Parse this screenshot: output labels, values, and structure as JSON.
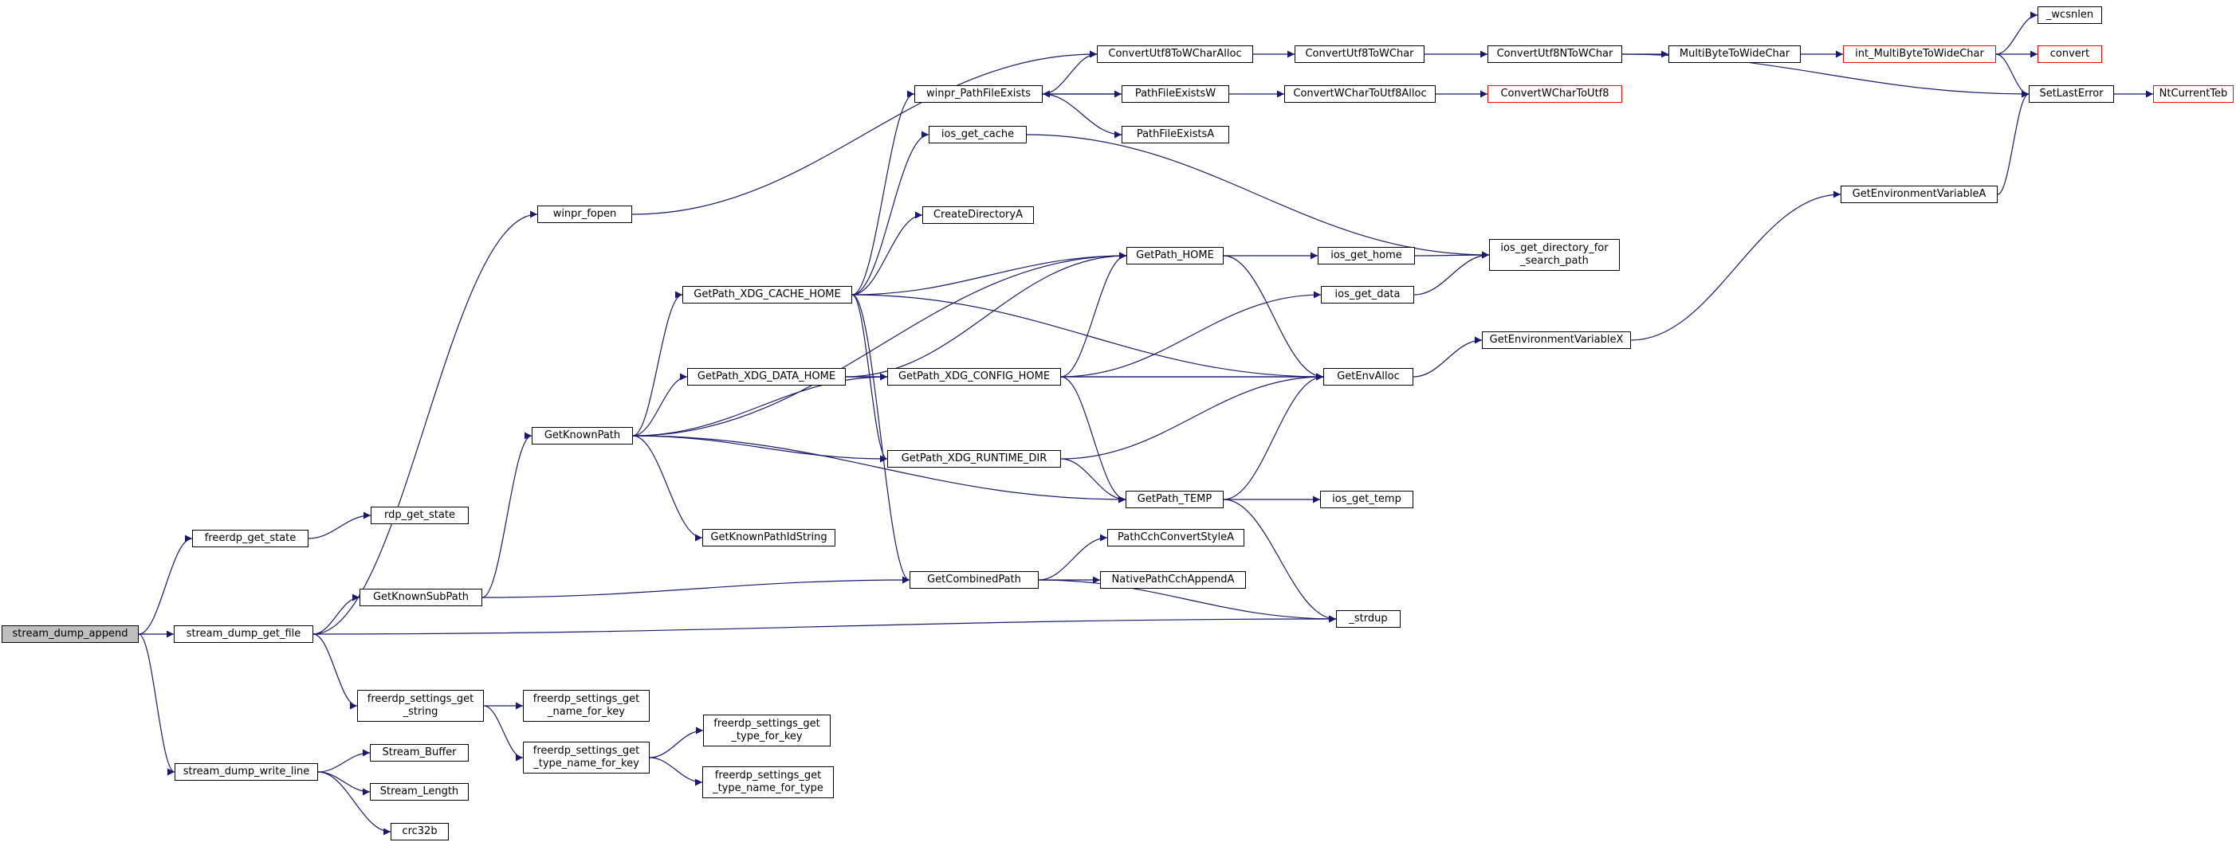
{
  "nodes": {
    "stream_dump_append": {
      "label": "stream_dump_append",
      "root": true
    },
    "freerdp_get_state": {
      "label": "freerdp_get_state"
    },
    "rdp_get_state": {
      "label": "rdp_get_state"
    },
    "stream_dump_get_file": {
      "label": "stream_dump_get_file"
    },
    "winpr_fopen": {
      "label": "winpr_fopen"
    },
    "GetKnownSubPath": {
      "label": "GetKnownSubPath"
    },
    "GetKnownPath": {
      "label": "GetKnownPath"
    },
    "GetPath_XDG_CACHE_HOME": {
      "label": "GetPath_XDG_CACHE_HOME"
    },
    "GetPath_XDG_DATA_HOME": {
      "label": "GetPath_XDG_DATA_HOME"
    },
    "GetPath_XDG_CONFIG_HOME": {
      "label": "GetPath_XDG_CONFIG_HOME"
    },
    "GetPath_XDG_RUNTIME_DIR": {
      "label": "GetPath_XDG_RUNTIME_DIR"
    },
    "GetKnownPathIdString": {
      "label": "GetKnownPathIdString"
    },
    "GetCombinedPath": {
      "label": "GetCombinedPath"
    },
    "winpr_PathFileExists": {
      "label": "winpr_PathFileExists"
    },
    "ios_get_cache": {
      "label": "ios_get_cache"
    },
    "CreateDirectoryA": {
      "label": "CreateDirectoryA"
    },
    "ConvertUtf8ToWCharAlloc": {
      "label": "ConvertUtf8ToWCharAlloc"
    },
    "PathFileExistsW": {
      "label": "PathFileExistsW"
    },
    "PathFileExistsA": {
      "label": "PathFileExistsA"
    },
    "ConvertUtf8ToWChar": {
      "label": "ConvertUtf8ToWChar"
    },
    "ConvertWCharToUtf8Alloc": {
      "label": "ConvertWCharToUtf8Alloc"
    },
    "ConvertUtf8NToWChar": {
      "label": "ConvertUtf8NToWChar"
    },
    "ConvertWCharToUtf8": {
      "label": "ConvertWCharToUtf8",
      "red": true
    },
    "MultiByteToWideChar": {
      "label": "MultiByteToWideChar"
    },
    "int_MultiByteToWideChar": {
      "label": "int_MultiByteToWideChar",
      "red": true
    },
    "_wcsnlen": {
      "label": "_wcsnlen"
    },
    "convert": {
      "label": "convert",
      "red": true
    },
    "SetLastError": {
      "label": "SetLastError"
    },
    "NtCurrentTeb": {
      "label": "NtCurrentTeb",
      "red": true
    },
    "GetEnvironmentVariableA": {
      "label": "GetEnvironmentVariableA"
    },
    "GetPath_HOME": {
      "label": "GetPath_HOME"
    },
    "ios_get_home": {
      "label": "ios_get_home"
    },
    "ios_get_data": {
      "label": "ios_get_data"
    },
    "ios_get_directory_for_search_path": {
      "label": "ios_get_directory_for\n_search_path"
    },
    "GetEnvAlloc": {
      "label": "GetEnvAlloc"
    },
    "GetEnvironmentVariableX": {
      "label": "GetEnvironmentVariableX"
    },
    "GetPath_TEMP": {
      "label": "GetPath_TEMP"
    },
    "ios_get_temp": {
      "label": "ios_get_temp"
    },
    "PathCchConvertStyleA": {
      "label": "PathCchConvertStyleA"
    },
    "NativePathCchAppendA": {
      "label": "NativePathCchAppendA"
    },
    "_strdup": {
      "label": "_strdup"
    },
    "freerdp_settings_get_string": {
      "label": "freerdp_settings_get\n_string"
    },
    "freerdp_settings_get_name_for_key": {
      "label": "freerdp_settings_get\n_name_for_key"
    },
    "freerdp_settings_get_type_name_for_key": {
      "label": "freerdp_settings_get\n_type_name_for_key"
    },
    "freerdp_settings_get_type_for_key": {
      "label": "freerdp_settings_get\n_type_for_key"
    },
    "freerdp_settings_get_type_name_for_type": {
      "label": "freerdp_settings_get\n_type_name_for_type"
    },
    "stream_dump_write_line": {
      "label": "stream_dump_write_line"
    },
    "Stream_Buffer": {
      "label": "Stream_Buffer"
    },
    "Stream_Length": {
      "label": "Stream_Length"
    },
    "crc32b": {
      "label": "crc32b"
    }
  },
  "edges": [
    [
      "stream_dump_append",
      "freerdp_get_state"
    ],
    [
      "stream_dump_append",
      "stream_dump_get_file"
    ],
    [
      "stream_dump_append",
      "stream_dump_write_line"
    ],
    [
      "freerdp_get_state",
      "rdp_get_state"
    ],
    [
      "stream_dump_get_file",
      "winpr_fopen"
    ],
    [
      "stream_dump_get_file",
      "GetKnownSubPath"
    ],
    [
      "stream_dump_get_file",
      "_strdup"
    ],
    [
      "stream_dump_get_file",
      "freerdp_settings_get_string"
    ],
    [
      "winpr_fopen",
      "ConvertUtf8ToWCharAlloc"
    ],
    [
      "GetKnownSubPath",
      "GetKnownPath"
    ],
    [
      "GetKnownSubPath",
      "GetCombinedPath"
    ],
    [
      "GetKnownPath",
      "GetPath_HOME"
    ],
    [
      "GetKnownPath",
      "GetPath_XDG_CACHE_HOME"
    ],
    [
      "GetKnownPath",
      "GetPath_XDG_DATA_HOME"
    ],
    [
      "GetKnownPath",
      "GetPath_XDG_CONFIG_HOME"
    ],
    [
      "GetKnownPath",
      "GetPath_XDG_RUNTIME_DIR"
    ],
    [
      "GetKnownPath",
      "GetPath_TEMP"
    ],
    [
      "GetKnownPath",
      "GetKnownPathIdString"
    ],
    [
      "GetPath_XDG_CACHE_HOME",
      "winpr_PathFileExists"
    ],
    [
      "GetPath_XDG_CACHE_HOME",
      "ios_get_cache"
    ],
    [
      "GetPath_XDG_CACHE_HOME",
      "CreateDirectoryA"
    ],
    [
      "GetPath_XDG_CACHE_HOME",
      "GetPath_HOME"
    ],
    [
      "GetPath_XDG_CACHE_HOME",
      "GetEnvAlloc"
    ],
    [
      "GetPath_XDG_CACHE_HOME",
      "GetPath_XDG_RUNTIME_DIR"
    ],
    [
      "GetPath_XDG_CACHE_HOME",
      "GetCombinedPath"
    ],
    [
      "GetPath_XDG_DATA_HOME",
      "GetPath_HOME"
    ],
    [
      "GetPath_XDG_DATA_HOME",
      "GetPath_XDG_CONFIG_HOME"
    ],
    [
      "GetPath_XDG_DATA_HOME",
      "GetEnvAlloc"
    ],
    [
      "GetPath_XDG_CONFIG_HOME",
      "GetPath_HOME"
    ],
    [
      "GetPath_XDG_CONFIG_HOME",
      "ios_get_data"
    ],
    [
      "GetPath_XDG_CONFIG_HOME",
      "GetEnvAlloc"
    ],
    [
      "GetPath_XDG_CONFIG_HOME",
      "GetPath_TEMP"
    ],
    [
      "GetPath_XDG_RUNTIME_DIR",
      "GetEnvAlloc"
    ],
    [
      "GetPath_XDG_RUNTIME_DIR",
      "GetPath_TEMP"
    ],
    [
      "winpr_PathFileExists",
      "ConvertUtf8ToWCharAlloc"
    ],
    [
      "winpr_PathFileExists",
      "PathFileExistsW"
    ],
    [
      "winpr_PathFileExists",
      "PathFileExistsA"
    ],
    [
      "PathFileExistsW",
      "winpr_PathFileExists"
    ],
    [
      "PathFileExistsW",
      "ConvertWCharToUtf8Alloc"
    ],
    [
      "ConvertUtf8ToWCharAlloc",
      "ConvertUtf8ToWChar"
    ],
    [
      "ConvertUtf8ToWChar",
      "ConvertUtf8NToWChar"
    ],
    [
      "ConvertUtf8NToWChar",
      "MultiByteToWideChar"
    ],
    [
      "ConvertUtf8NToWChar",
      "SetLastError"
    ],
    [
      "ConvertWCharToUtf8Alloc",
      "ConvertWCharToUtf8"
    ],
    [
      "MultiByteToWideChar",
      "int_MultiByteToWideChar"
    ],
    [
      "int_MultiByteToWideChar",
      "_wcsnlen"
    ],
    [
      "int_MultiByteToWideChar",
      "convert"
    ],
    [
      "int_MultiByteToWideChar",
      "SetLastError"
    ],
    [
      "SetLastError",
      "NtCurrentTeb"
    ],
    [
      "ios_get_cache",
      "ios_get_directory_for_search_path"
    ],
    [
      "GetPath_HOME",
      "ios_get_home"
    ],
    [
      "GetPath_HOME",
      "GetEnvAlloc"
    ],
    [
      "ios_get_home",
      "ios_get_directory_for_search_path"
    ],
    [
      "ios_get_data",
      "ios_get_directory_for_search_path"
    ],
    [
      "GetEnvAlloc",
      "GetEnvironmentVariableX"
    ],
    [
      "GetEnvironmentVariableX",
      "GetEnvironmentVariableA"
    ],
    [
      "GetEnvironmentVariableA",
      "SetLastError"
    ],
    [
      "GetPath_TEMP",
      "GetEnvAlloc"
    ],
    [
      "GetPath_TEMP",
      "ios_get_temp"
    ],
    [
      "GetPath_TEMP",
      "_strdup"
    ],
    [
      "GetCombinedPath",
      "PathCchConvertStyleA"
    ],
    [
      "GetCombinedPath",
      "NativePathCchAppendA"
    ],
    [
      "GetCombinedPath",
      "_strdup"
    ],
    [
      "freerdp_settings_get_string",
      "freerdp_settings_get_name_for_key"
    ],
    [
      "freerdp_settings_get_string",
      "freerdp_settings_get_type_name_for_key"
    ],
    [
      "freerdp_settings_get_type_name_for_key",
      "freerdp_settings_get_type_for_key"
    ],
    [
      "freerdp_settings_get_type_name_for_key",
      "freerdp_settings_get_type_name_for_type"
    ],
    [
      "stream_dump_write_line",
      "Stream_Buffer"
    ],
    [
      "stream_dump_write_line",
      "Stream_Length"
    ],
    [
      "stream_dump_write_line",
      "crc32b"
    ]
  ],
  "colors": {
    "edge": "#191970",
    "border": "#000000",
    "external_border": "#ff0000",
    "root_fill": "#bfbfbf",
    "node_fill": "#ffffff"
  }
}
